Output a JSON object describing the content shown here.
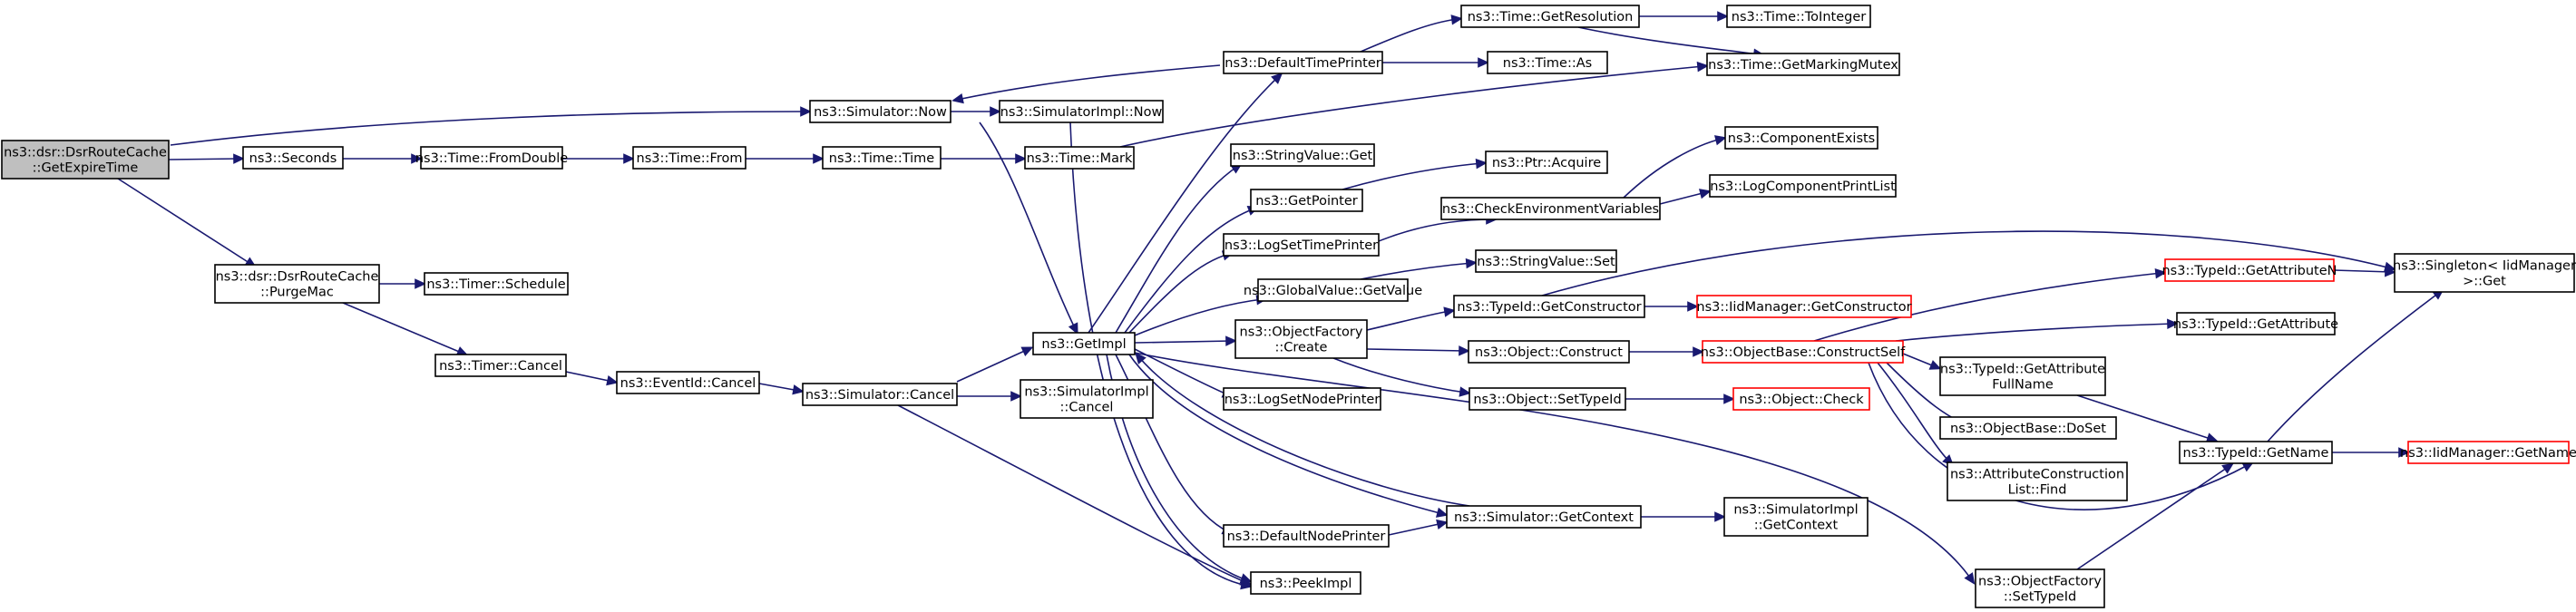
{
  "nodes": {
    "root": [
      "ns3::dsr::DsrRouteCache",
      "::GetExpireTime"
    ],
    "seconds": [
      "ns3::Seconds"
    ],
    "fromdouble": [
      "ns3::Time::FromDouble"
    ],
    "from": [
      "ns3::Time::From"
    ],
    "timetime": [
      "ns3::Time::Time"
    ],
    "mark": [
      "ns3::Time::Mark"
    ],
    "simnow": [
      "ns3::Simulator::Now"
    ],
    "simimplnow": [
      "ns3::SimulatorImpl::Now"
    ],
    "purgemac": [
      "ns3::dsr::DsrRouteCache",
      "::PurgeMac"
    ],
    "timerschedule": [
      "ns3::Timer::Schedule"
    ],
    "timercancel": [
      "ns3::Timer::Cancel"
    ],
    "eventcancel": [
      "ns3::EventId::Cancel"
    ],
    "simcancel": [
      "ns3::Simulator::Cancel"
    ],
    "simimplcancel": [
      "ns3::SimulatorImpl",
      "::Cancel"
    ],
    "getimpl": [
      "ns3::GetImpl"
    ],
    "peekimpl": [
      "ns3::PeekImpl"
    ],
    "deftimeprinter": [
      "ns3::DefaultTimePrinter"
    ],
    "getresolution": [
      "ns3::Time::GetResolution"
    ],
    "tointeger": [
      "ns3::Time::ToInteger"
    ],
    "timeas": [
      "ns3::Time::As"
    ],
    "markingmutex": [
      "ns3::Time::GetMarkingMutex"
    ],
    "stringvalueget": [
      "ns3::StringValue::Get"
    ],
    "getpointer": [
      "ns3::GetPointer"
    ],
    "ptracquire": [
      "ns3::Ptr::Acquire"
    ],
    "logsettimeprinter": [
      "ns3::LogSetTimePrinter"
    ],
    "checkenv": [
      "ns3::CheckEnvironmentVariables"
    ],
    "componentexists": [
      "ns3::ComponentExists"
    ],
    "logcomponentprintlist": [
      "ns3::LogComponentPrintList"
    ],
    "globalvalueget": [
      "ns3::GlobalValue::GetValue"
    ],
    "stringvalueset": [
      "ns3::StringValue::Set"
    ],
    "objfactorycreate": [
      "ns3::ObjectFactory",
      "::Create"
    ],
    "typeidgetconstructor": [
      "ns3::TypeId::GetConstructor"
    ],
    "iidgetconstructor": [
      "ns3::IidManager::GetConstructor"
    ],
    "objectconstruct": [
      "ns3::Object::Construct"
    ],
    "constructself": [
      "ns3::ObjectBase::ConstructSelf"
    ],
    "objectsettypeid": [
      "ns3::Object::SetTypeId"
    ],
    "objectcheck": [
      "ns3::Object::Check"
    ],
    "lognodeprinter": [
      "ns3::LogSetNodePrinter"
    ],
    "defnodeprinter": [
      "ns3::DefaultNodePrinter"
    ],
    "simgetcontext": [
      "ns3::Simulator::GetContext"
    ],
    "simimplgetcontext": [
      "ns3::SimulatorImpl",
      "::GetContext"
    ],
    "getattributen": [
      "ns3::TypeId::GetAttributeN"
    ],
    "singletonget": [
      "ns3::Singleton< IidManager",
      " >::Get"
    ],
    "getattribute": [
      "ns3::TypeId::GetAttribute"
    ],
    "getattrfullname": [
      "ns3::TypeId::GetAttribute",
      "FullName"
    ],
    "dodoset": [
      "ns3::ObjectBase::DoSet"
    ],
    "attrlistfind": [
      "ns3::AttributeConstruction",
      "List::Find"
    ],
    "getname": [
      "ns3::TypeId::GetName"
    ],
    "iidgetname": [
      "ns3::IidManager::GetName"
    ],
    "objfactorysettypeid": [
      "ns3::ObjectFactory",
      "::SetTypeId"
    ]
  },
  "colors": {
    "edge": "#191970",
    "border": "#000000",
    "truncated_border": "#ff0000",
    "root_fill": "#bfbfbf"
  }
}
